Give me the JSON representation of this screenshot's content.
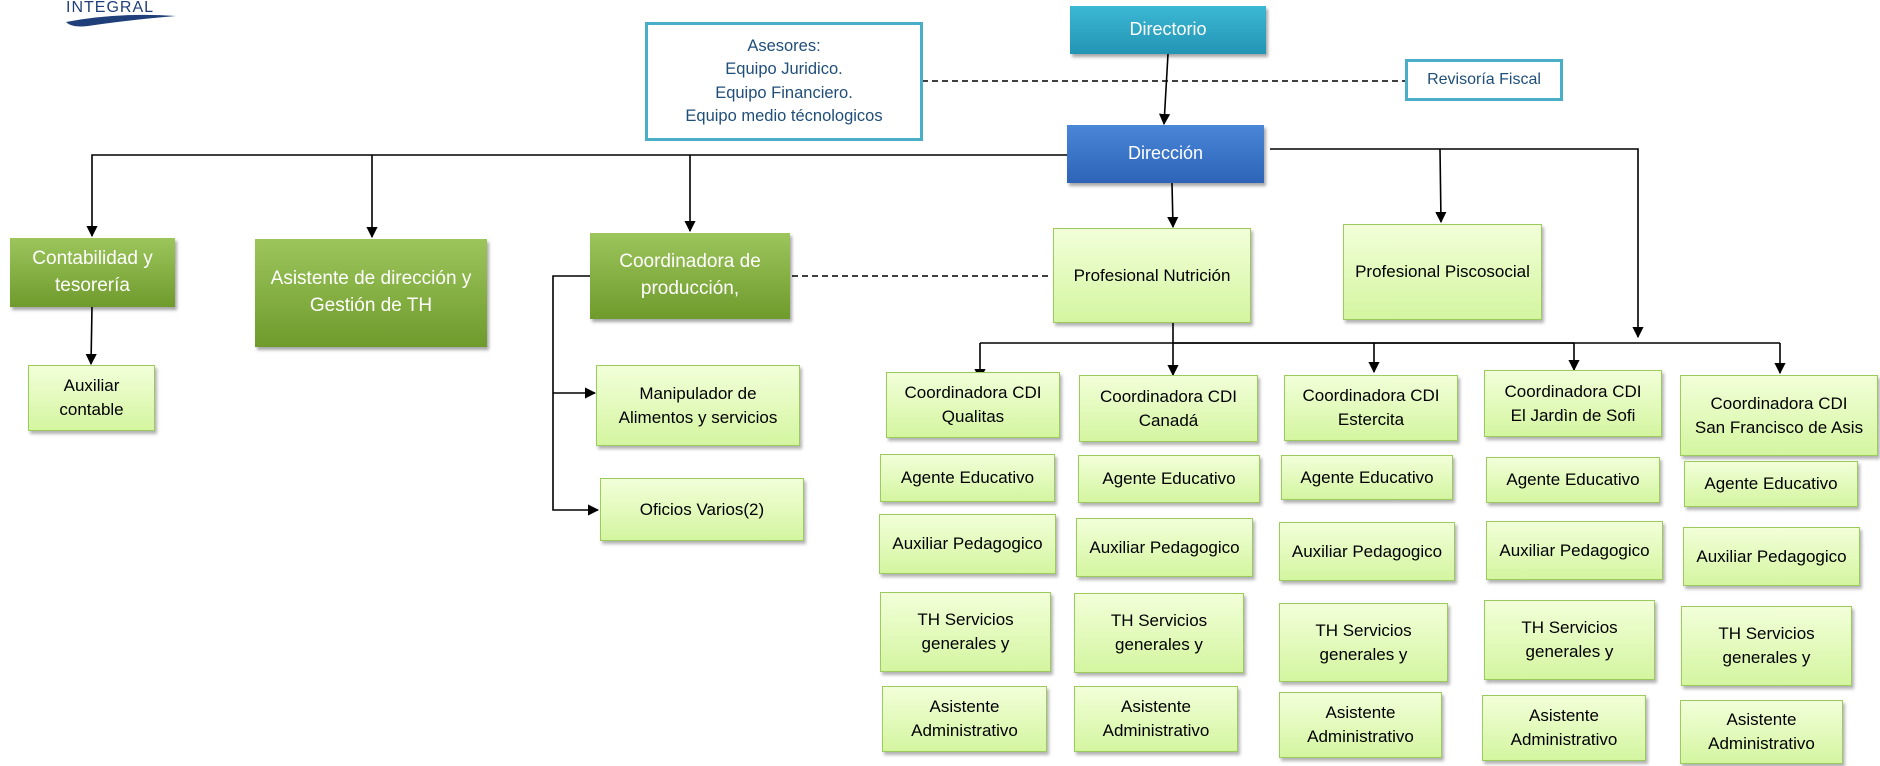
{
  "logo": {
    "text": "INTEGRAL"
  },
  "top": {
    "directorio": "Directorio",
    "asesores": "Asesores:\nEquipo Juridico.\nEquipo Financiero.\nEquipo medio técnologicos",
    "revisoria": "Revisoría Fiscal",
    "direccion": "Dirección"
  },
  "level2": {
    "contabilidad": "Contabilidad y\ntesorería",
    "asistente_direccion": "Asistente de dirección y\nGestión de TH",
    "coordinadora_produccion": "Coordinadora de\nproducción,",
    "nutricion": "Profesional Nutrición",
    "psicosocial": "Profesional Piscosocial"
  },
  "level3": {
    "auxiliar_contable": "Auxiliar\ncontable",
    "manipulador": "Manipulador de\nAlimentos y  servicios",
    "oficios": "Oficios Varios(2)"
  },
  "cdis": [
    {
      "coordinadora": "Coordinadora CDI\nQualitas",
      "agente": "Agente Educativo",
      "auxiliar": "Auxiliar Pedagogico",
      "th": "TH Servicios\ngenerales y",
      "asistente": "Asistente\nAdministrativo"
    },
    {
      "coordinadora": "Coordinadora CDI\nCanadá",
      "agente": "Agente Educativo",
      "auxiliar": "Auxiliar Pedagogico",
      "th": "TH Servicios\ngenerales y",
      "asistente": "Asistente\nAdministrativo"
    },
    {
      "coordinadora": "Coordinadora CDI\nEstercita",
      "agente": "Agente Educativo",
      "auxiliar": "Auxiliar Pedagogico",
      "th": "TH Servicios\ngenerales y",
      "asistente": "Asistente\nAdministrativo"
    },
    {
      "coordinadora": "Coordinadora CDI\nEl Jardìn de Sofi",
      "agente": "Agente Educativo",
      "auxiliar": "Auxiliar Pedagogico",
      "th": "TH Servicios\ngenerales y",
      "asistente": "Asistente\nAdministrativo"
    },
    {
      "coordinadora": "Coordinadora CDI\nSan Francisco de Asis",
      "agente": "Agente Educativo",
      "auxiliar": "Auxiliar Pedagogico",
      "th": "TH Servicios\ngenerales y",
      "asistente": "Asistente\nAdministrativo"
    }
  ]
}
